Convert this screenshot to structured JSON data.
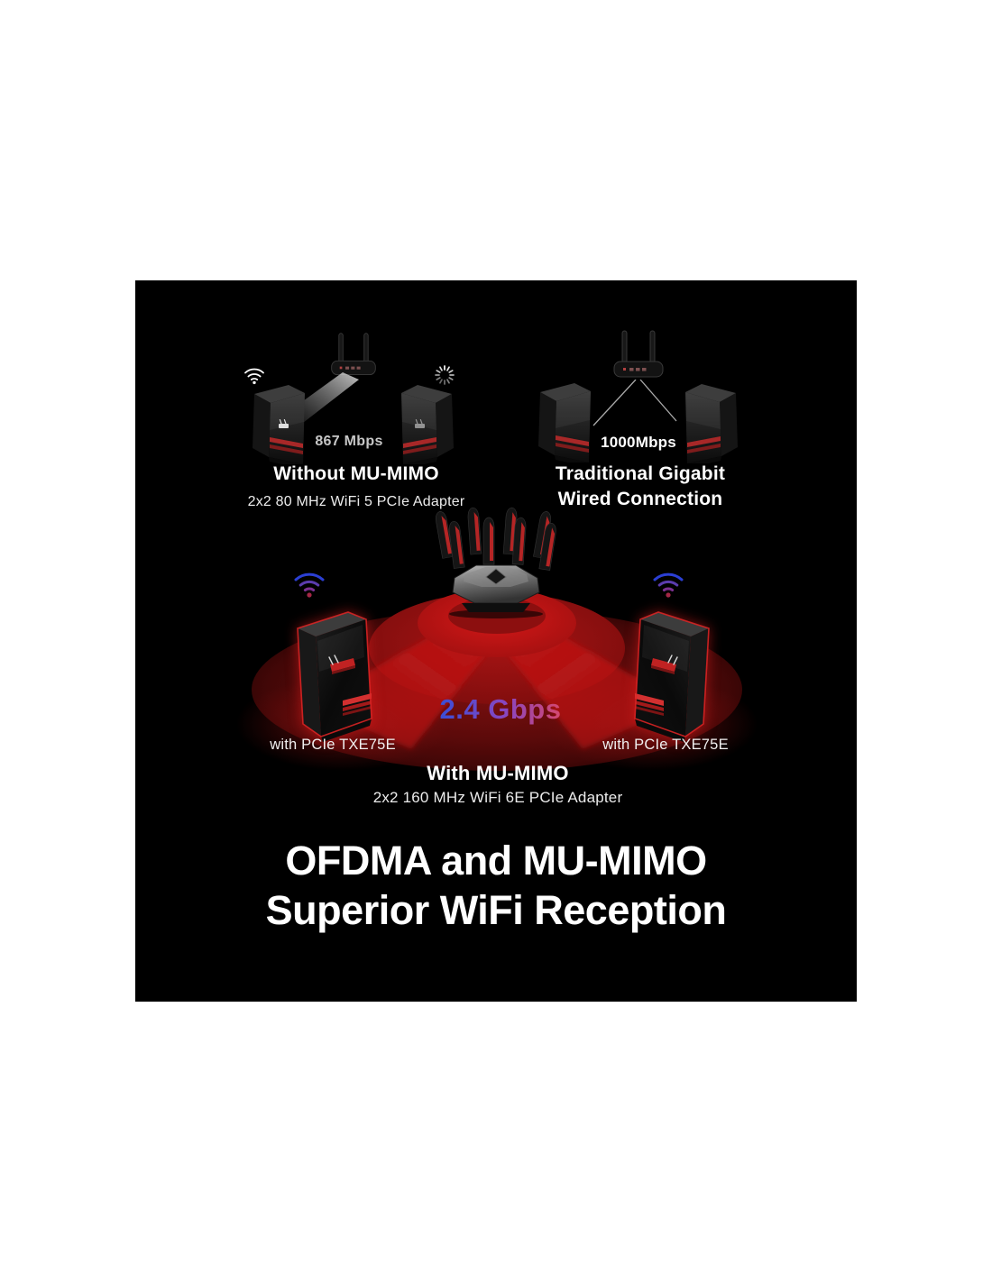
{
  "panel": {
    "background": "#000000"
  },
  "comparison_left": {
    "speed": "867 Mbps",
    "title": "Without MU-MIMO",
    "subtitle": "2x2 80 MHz WiFi 5 PCIe Adapter"
  },
  "comparison_right": {
    "speed": "1000Mbps",
    "title_line1": "Traditional Gigabit",
    "title_line2": "Wired Connection"
  },
  "main_diagram": {
    "speed": "2.4 Gbps",
    "left_pc_caption": "with PCIe TXE75E",
    "right_pc_caption": "with PCIe TXE75E",
    "title": "With MU-MIMO",
    "subtitle": "2x2 160 MHz WiFi 6E PCIe Adapter"
  },
  "footer": {
    "line1": "OFDMA and MU-MIMO",
    "line2": "Superior WiFi Reception"
  },
  "colors": {
    "accent_red": "#c41717",
    "speed_gradient_start": "#3b4ed6",
    "speed_gradient_mid": "#8a46c0",
    "speed_gradient_end": "#d6486e",
    "muted_text": "#c7c7c7",
    "text": "#ffffff"
  }
}
